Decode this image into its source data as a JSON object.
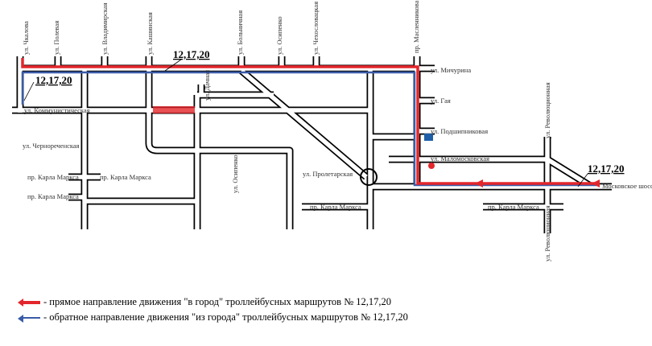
{
  "colors": {
    "forward_route": "#e3262b",
    "return_route": "#3a5ba8",
    "road": "#000000"
  },
  "route_labels": [
    "12,17,20",
    "12,17,20",
    "12,17,20"
  ],
  "streets": {
    "chkalova": "ул. Чкалова",
    "polevaya": "ул. Полевая",
    "vladimirskaya": "ул. Владимирская",
    "kashirskaya": "ул. Кашинская",
    "bolnichnaya": "ул. Больничная",
    "osipenko_top": "ул. Осипенко",
    "chekhoslovatskaya": "ул. Чехословацкая",
    "maslennikova": "пр. Масленникова",
    "michurina": "ул. Мичурина",
    "gaya": "ул. Гая",
    "podshipnikovaya": "ул. Подшипниковая",
    "malomoskovskaya": "ул. Маломосковская",
    "moskovskoe_shosse": "Московское шоссе",
    "revolyutsionnaya_top": "ул. Революционная",
    "revolyutsionnaya_bottom": "ул. Революционная",
    "kommunisticheskaya": "ул. Коммунистическая",
    "chernorechenskaya": "ул. Чернореченская",
    "karla_marksa_1": "пр. Карла Маркса",
    "karla_marksa_2": "пр. Карла Маркса",
    "karla_marksa_3": "пр. Карла Маркса",
    "karla_marksa_4": "пр. Карла Маркса",
    "karla_marksa_5": "пр. Карла Маркса",
    "dachnaya": "ул. Дачная",
    "osipenko_bottom": "ул. Осипенко",
    "proletarskaya": "ул. Пролетарская"
  },
  "legend": [
    {
      "color": "#e3262b",
      "text": "- прямое направление движения \"в город\" троллейбусных  маршрутов № 12,17,20"
    },
    {
      "color": "#3a5ba8",
      "text": "- обратное направление движения \"из города\" троллейбусных маршрутов № 12,17,20"
    }
  ]
}
